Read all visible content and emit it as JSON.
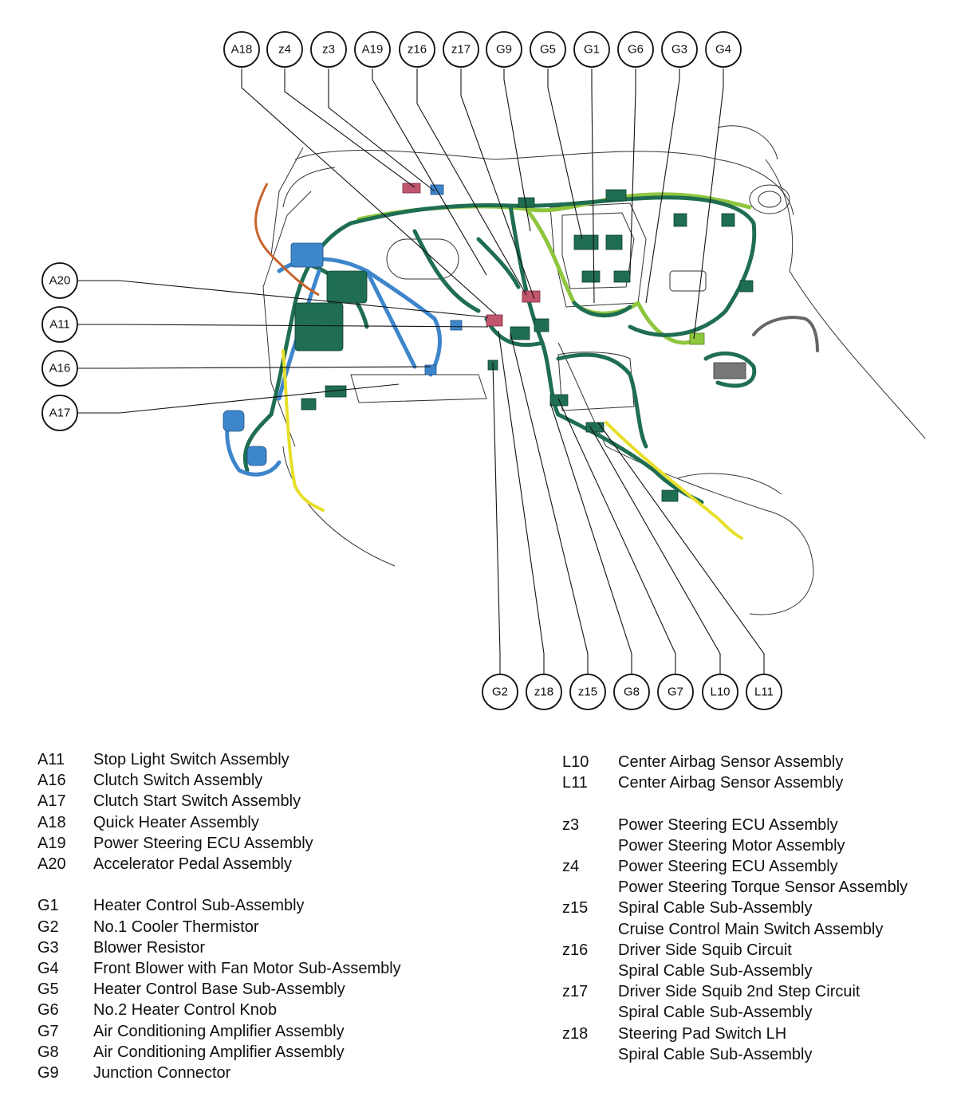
{
  "callouts": {
    "top": [
      "A18",
      "z4",
      "z3",
      "A19",
      "z16",
      "z17",
      "G9",
      "G5",
      "G1",
      "G6",
      "G3",
      "G4"
    ],
    "left": [
      "A20",
      "A11",
      "A16",
      "A17"
    ],
    "bottom": [
      "G2",
      "z18",
      "z15",
      "G8",
      "G7",
      "L10",
      "L11"
    ]
  },
  "harness_colors": {
    "dark_green": "#1f6e52",
    "light_green": "#8fc63f",
    "blue": "#3e86cc",
    "yellow": "#e8df2a",
    "orange": "#c8622a",
    "pink": "#c0566e"
  },
  "legend_left": {
    "group1": [
      {
        "code": "A11",
        "desc": "Stop Light Switch Assembly"
      },
      {
        "code": "A16",
        "desc": "Clutch Switch Assembly"
      },
      {
        "code": "A17",
        "desc": "Clutch Start Switch Assembly"
      },
      {
        "code": "A18",
        "desc": "Quick Heater Assembly"
      },
      {
        "code": "A19",
        "desc": "Power Steering ECU Assembly"
      },
      {
        "code": "A20",
        "desc": "Accelerator Pedal Assembly"
      }
    ],
    "group2": [
      {
        "code": "G1",
        "desc": "Heater Control Sub-Assembly"
      },
      {
        "code": "G2",
        "desc": "No.1 Cooler Thermistor"
      },
      {
        "code": "G3",
        "desc": "Blower Resistor"
      },
      {
        "code": "G4",
        "desc": "Front Blower with Fan Motor Sub-Assembly"
      },
      {
        "code": "G5",
        "desc": "Heater Control Base Sub-Assembly"
      },
      {
        "code": "G6",
        "desc": "No.2 Heater Control Knob"
      },
      {
        "code": "G7",
        "desc": "Air Conditioning Amplifier Assembly"
      },
      {
        "code": "G8",
        "desc": "Air Conditioning Amplifier Assembly"
      },
      {
        "code": "G9",
        "desc": "Junction Connector"
      }
    ]
  },
  "legend_right": {
    "group1": [
      {
        "code": "L10",
        "desc": "Center Airbag Sensor Assembly"
      },
      {
        "code": "L11",
        "desc": "Center Airbag Sensor Assembly"
      }
    ],
    "group2": [
      {
        "code": "z3",
        "desc": "Power Steering ECU Assembly",
        "desc2": "Power Steering Motor Assembly"
      },
      {
        "code": "z4",
        "desc": "Power Steering ECU Assembly",
        "desc2": "Power Steering Torque Sensor Assembly"
      },
      {
        "code": "z15",
        "desc": "Spiral Cable Sub-Assembly",
        "desc2": "Cruise Control Main Switch Assembly"
      },
      {
        "code": "z16",
        "desc": "Driver Side Squib Circuit",
        "desc2": "Spiral Cable Sub-Assembly"
      },
      {
        "code": "z17",
        "desc": "Driver Side Squib 2nd Step Circuit",
        "desc2": "Spiral Cable Sub-Assembly"
      },
      {
        "code": "z18",
        "desc": "Steering Pad Switch LH",
        "desc2": "Spiral Cable Sub-Assembly"
      }
    ]
  }
}
